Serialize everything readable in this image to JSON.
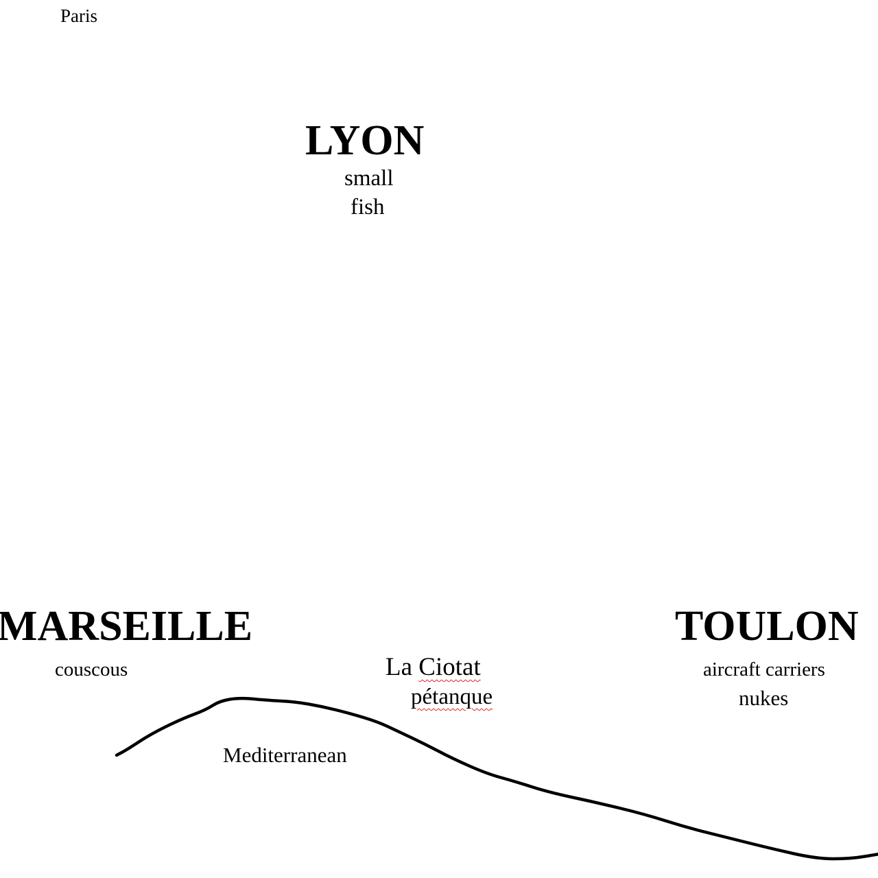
{
  "labels": {
    "paris": "Paris",
    "lyon": {
      "name": "LYON",
      "notes": [
        "small",
        "fish"
      ]
    },
    "marseille": {
      "name": "MARSEILLE",
      "note": "couscous"
    },
    "la_ciotat": {
      "name": "La Ciotat",
      "note": "pétanque"
    },
    "toulon": {
      "name": "TOULON",
      "notes": [
        "aircraft carriers",
        "nukes"
      ]
    },
    "sea": "Mediterranean"
  },
  "colors": {
    "ink": "#000000",
    "spellcheck": "#dd2222"
  }
}
